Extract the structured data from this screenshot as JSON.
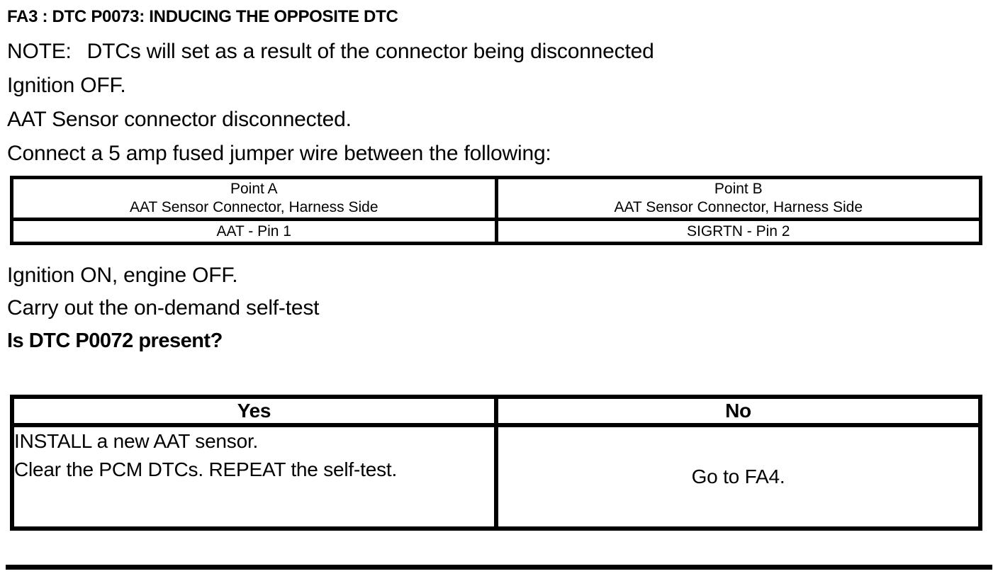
{
  "document": {
    "title": "FA3 : DTC P0073: INDUCING THE OPPOSITE DTC",
    "note": {
      "label": "NOTE:",
      "text": "DTCs will set as a result of the connector being disconnected"
    },
    "steps_before": [
      "Ignition OFF.",
      "AAT Sensor connector disconnected.",
      "Connect a 5 amp fused jumper wire between the following:"
    ],
    "jumper_table": {
      "point_a": {
        "title": "Point A",
        "subtitle": "AAT Sensor Connector, Harness Side",
        "pin": "AAT - Pin 1"
      },
      "point_b": {
        "title": "Point B",
        "subtitle": "AAT Sensor Connector, Harness Side",
        "pin": "SIGRTN - Pin 2"
      }
    },
    "steps_after": [
      "Ignition ON, engine OFF.",
      "Carry out the on-demand self-test"
    ],
    "question": "Is DTC P0072 present?",
    "decision_table": {
      "headers": [
        "Yes",
        "No"
      ],
      "yes_lines": [
        "INSTALL a new AAT sensor.",
        "Clear the PCM DTCs. REPEAT the self-test."
      ],
      "no_text": "Go to FA4."
    },
    "colors": {
      "text": "#000000",
      "background": "#ffffff",
      "border": "#000000"
    }
  }
}
